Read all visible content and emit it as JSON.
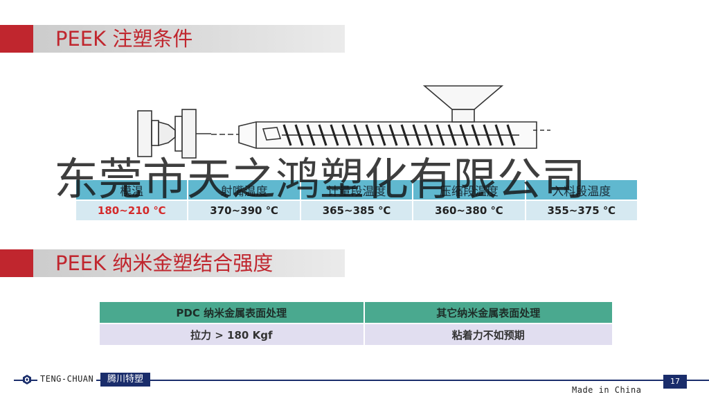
{
  "section1": {
    "title": "PEEK 注塑条件"
  },
  "section2": {
    "title": "PEEK 纳米金塑结合强度"
  },
  "watermark": {
    "text": "东莞市天之鸿塑化有限公司"
  },
  "temperature_table": {
    "headers": [
      "模温",
      "射嘴温度",
      "计量段温度",
      "压缩段温度",
      "入料段温度"
    ],
    "values": [
      "180~210 ℃",
      "370~390 ℃",
      "365~385 ℃",
      "360~380 ℃",
      "355~375 ℃"
    ],
    "highlight_color": "#d42a2a"
  },
  "bonding_table": {
    "headers": [
      "PDC 纳米金属表面处理",
      "其它纳米金属表面处理"
    ],
    "values": [
      "拉力 > 180 Kgf",
      "粘着力不如预期"
    ]
  },
  "footer": {
    "company_en": "TENG-CHUAN",
    "company_cn": "腾川特塑",
    "made_in": "Made in China",
    "page_number": "17"
  },
  "colors": {
    "accent_red": "#c0262e",
    "navy": "#1a2d6b",
    "temp_header": "#60b8cf",
    "bond_header": "#4aa98f"
  }
}
